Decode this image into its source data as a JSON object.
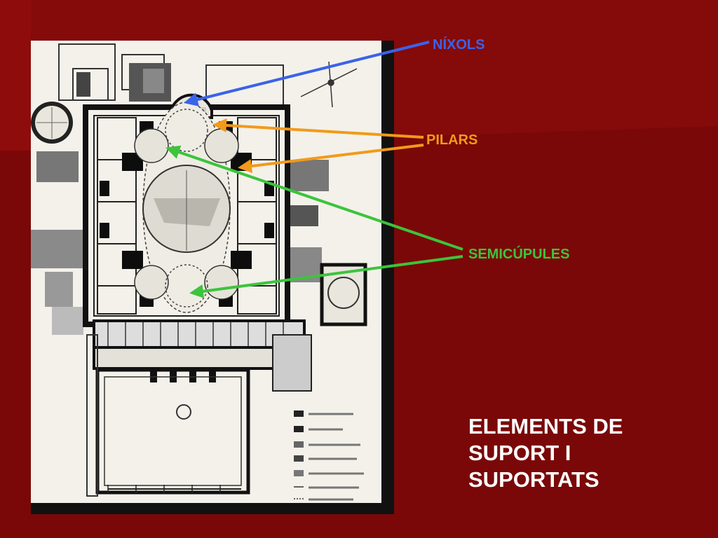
{
  "colors": {
    "background": "#7a0808",
    "background_light": "#8c0a0a",
    "nixols": "#3a63e8",
    "pilars": "#f29a1a",
    "semicupules": "#3cc43c",
    "title": "#ffffff"
  },
  "labels": {
    "nixols": "NÍXOLS",
    "pilars": "PILARS",
    "semicupules": "SEMICÚPULES"
  },
  "title": {
    "line1": "ELEMENTS DE",
    "line2": "SUPORT I",
    "line3": "SUPORTATS"
  },
  "image": {
    "description_icon": "floor-plan-image"
  }
}
